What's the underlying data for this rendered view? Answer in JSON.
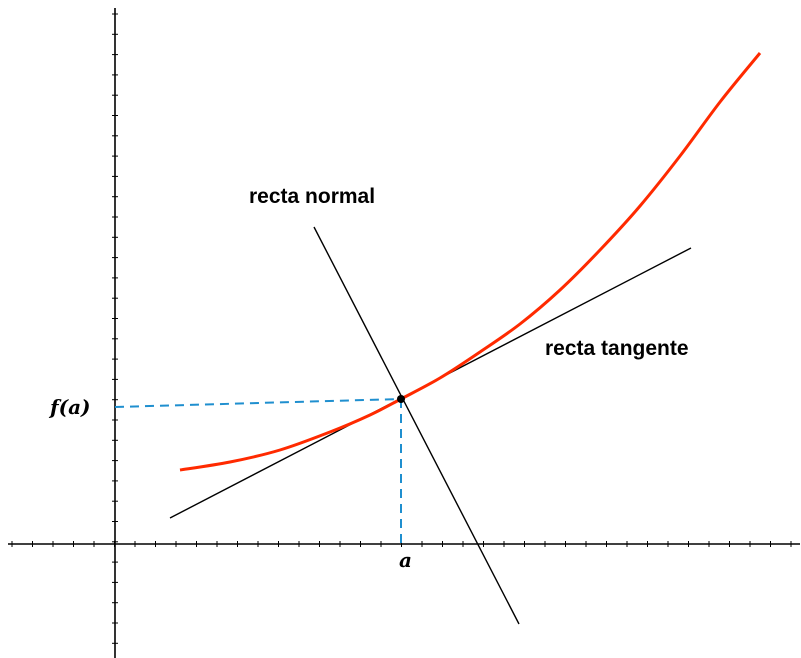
{
  "labels": {
    "normal_line": "recta normal",
    "tangent_line": "recta tangente",
    "fa": "f(a)",
    "a": "a"
  },
  "colors": {
    "curve": "#ff2a00",
    "lines": "#000000",
    "guides": "#1f8fcf",
    "axes": "#000000"
  }
}
